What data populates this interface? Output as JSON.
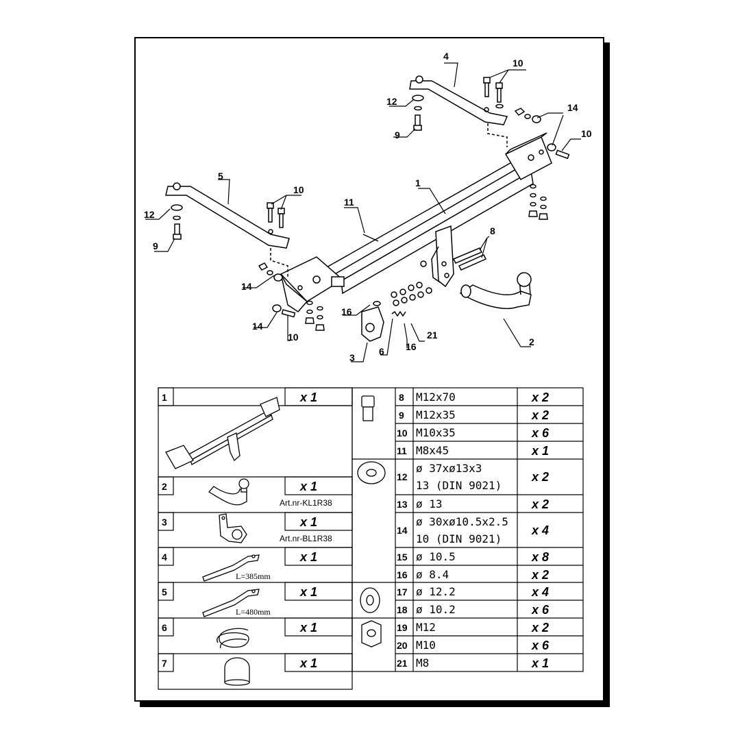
{
  "diagram": {
    "callouts": [
      {
        "id": "c4",
        "label": "4"
      },
      {
        "id": "c10a",
        "label": "10"
      },
      {
        "id": "c12a",
        "label": "12"
      },
      {
        "id": "c9a",
        "label": "9"
      },
      {
        "id": "c14a",
        "label": "14"
      },
      {
        "id": "c10b",
        "label": "10"
      },
      {
        "id": "c5",
        "label": "5"
      },
      {
        "id": "c10c",
        "label": "10"
      },
      {
        "id": "c1",
        "label": "1"
      },
      {
        "id": "c11",
        "label": "11"
      },
      {
        "id": "c12b",
        "label": "12"
      },
      {
        "id": "c9b",
        "label": "9"
      },
      {
        "id": "c8",
        "label": "8"
      },
      {
        "id": "c14b",
        "label": "14"
      },
      {
        "id": "c14c",
        "label": "14"
      },
      {
        "id": "c10d",
        "label": "10"
      },
      {
        "id": "c16a",
        "label": "16"
      },
      {
        "id": "c3",
        "label": "3"
      },
      {
        "id": "c6",
        "label": "6"
      },
      {
        "id": "c16b",
        "label": "16"
      },
      {
        "id": "c21",
        "label": "21"
      },
      {
        "id": "c2",
        "label": "2"
      }
    ]
  },
  "parts_left": [
    {
      "num": "1",
      "qty": "x 1",
      "note": ""
    },
    {
      "num": "2",
      "qty": "x 1",
      "note": "Art.nr-KL1R38"
    },
    {
      "num": "3",
      "qty": "x 1",
      "note": "Art.nr-BL1R38"
    },
    {
      "num": "4",
      "qty": "x 1",
      "note": "L=385mm"
    },
    {
      "num": "5",
      "qty": "x 1",
      "note": "L=480mm"
    },
    {
      "num": "6",
      "qty": "x 1",
      "note": ""
    },
    {
      "num": "7",
      "qty": "x 1",
      "note": ""
    }
  ],
  "parts_right": [
    {
      "num": "8",
      "spec": "M12x70",
      "spec2": "",
      "qty": "x 2"
    },
    {
      "num": "9",
      "spec": "M12x35",
      "spec2": "",
      "qty": "x 2"
    },
    {
      "num": "10",
      "spec": "M10x35",
      "spec2": "",
      "qty": "x 6"
    },
    {
      "num": "11",
      "spec": "M8x45",
      "spec2": "",
      "qty": "x 1"
    },
    {
      "num": "12",
      "spec": "ø 37xø13x3",
      "spec2": "13  (DIN 9021)",
      "qty": "x 2"
    },
    {
      "num": "13",
      "spec": "ø 13",
      "spec2": "",
      "qty": "x 2"
    },
    {
      "num": "14",
      "spec": "ø 30xø10.5x2.5",
      "spec2": "10  (DIN 9021)",
      "qty": "x 4"
    },
    {
      "num": "15",
      "spec": "ø 10.5",
      "spec2": "",
      "qty": "x 8"
    },
    {
      "num": "16",
      "spec": "ø 8.4",
      "spec2": "",
      "qty": "x 2"
    },
    {
      "num": "17",
      "spec": "ø 12.2",
      "spec2": "",
      "qty": "x 4"
    },
    {
      "num": "18",
      "spec": "ø 10.2",
      "spec2": "",
      "qty": "x 6"
    },
    {
      "num": "19",
      "spec": "M12",
      "spec2": "",
      "qty": "x 2"
    },
    {
      "num": "20",
      "spec": "M10",
      "spec2": "",
      "qty": "x 6"
    },
    {
      "num": "21",
      "spec": "M8",
      "spec2": "",
      "qty": "x 1"
    }
  ]
}
